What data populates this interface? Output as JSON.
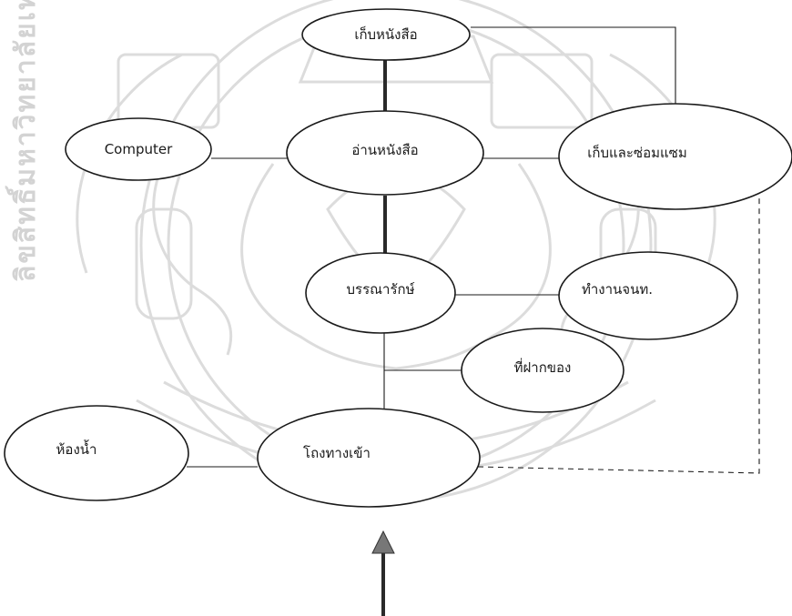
{
  "watermark": {
    "text_left": "ลิขสิทธิ์มหาวิทยาลัยเทคโนโลยีพระจอมเกล้าเจ้าคุณทหารลาดกระบัง"
  },
  "diagram": {
    "nodes": [
      {
        "id": "store_books",
        "label": "เก็บหนังสือ"
      },
      {
        "id": "computer",
        "label": "Computer"
      },
      {
        "id": "read_books",
        "label": "อ่านหนังสือ"
      },
      {
        "id": "store_repair",
        "label": "เก็บและซ่อมแซม"
      },
      {
        "id": "librarian",
        "label": "บรรณารักษ์"
      },
      {
        "id": "staff_work",
        "label": "ทำงานจนท."
      },
      {
        "id": "deposit",
        "label": "ที่ฝากของ"
      },
      {
        "id": "toilet",
        "label": "ห้องน้ำ"
      },
      {
        "id": "entrance",
        "label": "โถงทางเข้า"
      }
    ],
    "edges": [
      {
        "from": "store_books",
        "to": "read_books",
        "style": "thick"
      },
      {
        "from": "store_books",
        "to": "store_repair",
        "style": "thin"
      },
      {
        "from": "computer",
        "to": "read_books",
        "style": "thin"
      },
      {
        "from": "read_books",
        "to": "store_repair",
        "style": "thin"
      },
      {
        "from": "read_books",
        "to": "librarian",
        "style": "thick"
      },
      {
        "from": "librarian",
        "to": "staff_work",
        "style": "thin"
      },
      {
        "from": "librarian",
        "to": "entrance",
        "style": "thin"
      },
      {
        "from": "librarian",
        "to": "deposit",
        "style": "thin"
      },
      {
        "from": "toilet",
        "to": "entrance",
        "style": "thin"
      },
      {
        "from": "entrance",
        "to": "store_repair",
        "style": "dashed"
      }
    ],
    "entry_arrow": {
      "to": "entrance"
    }
  }
}
